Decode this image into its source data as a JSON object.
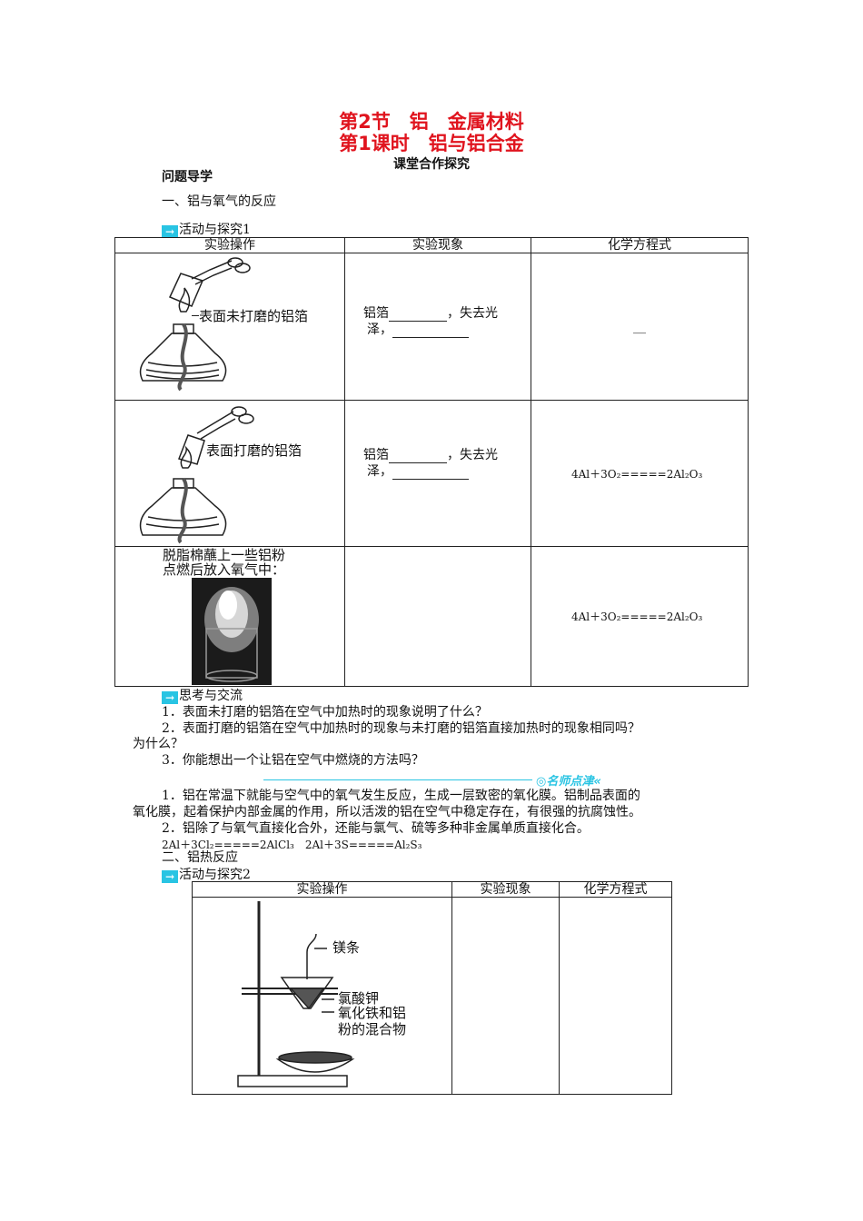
{
  "header": {
    "title1": "第2节　铝　金属材料",
    "title2": "第1课时　铝与铝合金",
    "subtitle": "课堂合作探究"
  },
  "sec_guide": "问题导学",
  "part1": {
    "heading": "一、铝与氧气的反应",
    "activity": "活动与探究1",
    "cols": [
      "实验操作",
      "实验现象",
      "化学方程式"
    ],
    "row1": {
      "label": "表面未打磨的铝箔",
      "phen_a": "铝箔",
      "phen_b": "，失去光",
      "phen_c": "泽，",
      "eq": "__"
    },
    "row2": {
      "label": "表面打磨的铝箔",
      "phen_a": "铝箔",
      "phen_b": "，失去光",
      "phen_c": "泽，",
      "eq": "4Al＋3O₂=====2Al₂O₃"
    },
    "row3": {
      "op1": "脱脂棉蘸上一些铝粉",
      "op2": "点燃后放入氧气中：",
      "eq": "4Al＋3O₂=====2Al₂O₃"
    }
  },
  "think": {
    "heading": "思考与交流",
    "q1": "1．表面未打磨的铝箔在空气中加热时的现象说明了什么？",
    "q2a": "2．表面打磨的铝箔在空气中加热时的现象与未打磨的铝箔直接加热时的现象相同吗？",
    "q2b": "为什么？",
    "q3": "3．你能想出一个让铝在空气中燃烧的方法吗？"
  },
  "tips": {
    "badge": "◎名师点津«",
    "p1a": "1．铝在常温下就能与空气中的氧气发生反应，生成一层致密的氧化膜。铝制品表面的",
    "p1b": "氧化膜，起着保护内部金属的作用，所以活泼的铝在空气中稳定存在，有很强的抗腐蚀性。",
    "p2": "2．铝除了与氧气直接化合外，还能与氯气、硫等多种非金属单质直接化合。",
    "eqs": "2Al＋3Cl₂=====2AlCl₃　2Al＋3S=====Al₂S₃"
  },
  "part2": {
    "heading": "二、铝热反应",
    "activity": "活动与探究2",
    "cols": [
      "实验操作",
      "实验现象",
      "化学方程式"
    ],
    "labels": [
      "镁条",
      "氯酸钾",
      "氧化铁和铝",
      "粉的混合物"
    ]
  },
  "colors": {
    "title": "#e0141e",
    "accent": "#29c4e3"
  }
}
